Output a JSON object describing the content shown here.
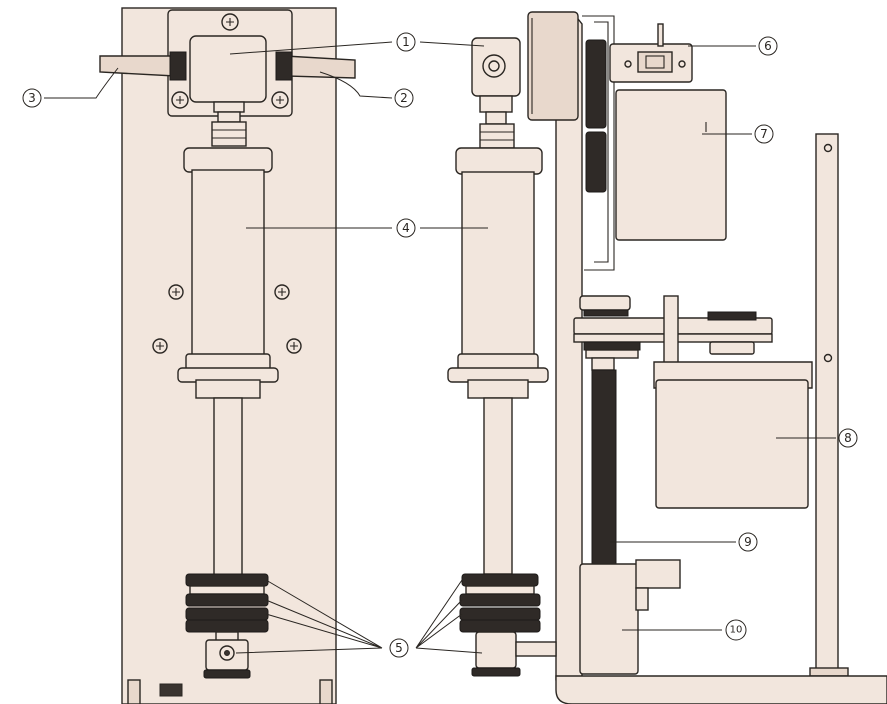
{
  "callouts": [
    {
      "id": 1,
      "label": "1"
    },
    {
      "id": 2,
      "label": "2"
    },
    {
      "id": 3,
      "label": "3"
    },
    {
      "id": 4,
      "label": "4"
    },
    {
      "id": 5,
      "label": "5"
    },
    {
      "id": 6,
      "label": "6"
    },
    {
      "id": 7,
      "label": "7"
    },
    {
      "id": 8,
      "label": "8"
    },
    {
      "id": 9,
      "label": "9"
    },
    {
      "id": 10,
      "label": "10"
    }
  ],
  "colors": {
    "panel": "#f2e6dd",
    "outline": "#2a2622",
    "knurl": "#2f2a27"
  }
}
